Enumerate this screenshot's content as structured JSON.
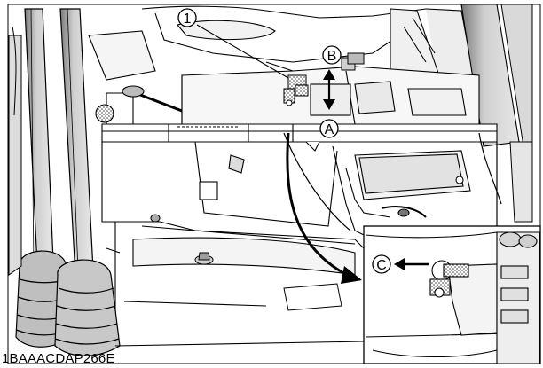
{
  "figure_code": "1BAAACDAP266E",
  "callouts": {
    "part_1": "1",
    "position_a": "A",
    "position_b": "B",
    "position_c": "C"
  },
  "colors": {
    "line": "#000000",
    "shade_light": "#e6e6e6",
    "shade_mid": "#bdbdbd",
    "shade_dark": "#6e6e6e",
    "background": "#ffffff"
  }
}
